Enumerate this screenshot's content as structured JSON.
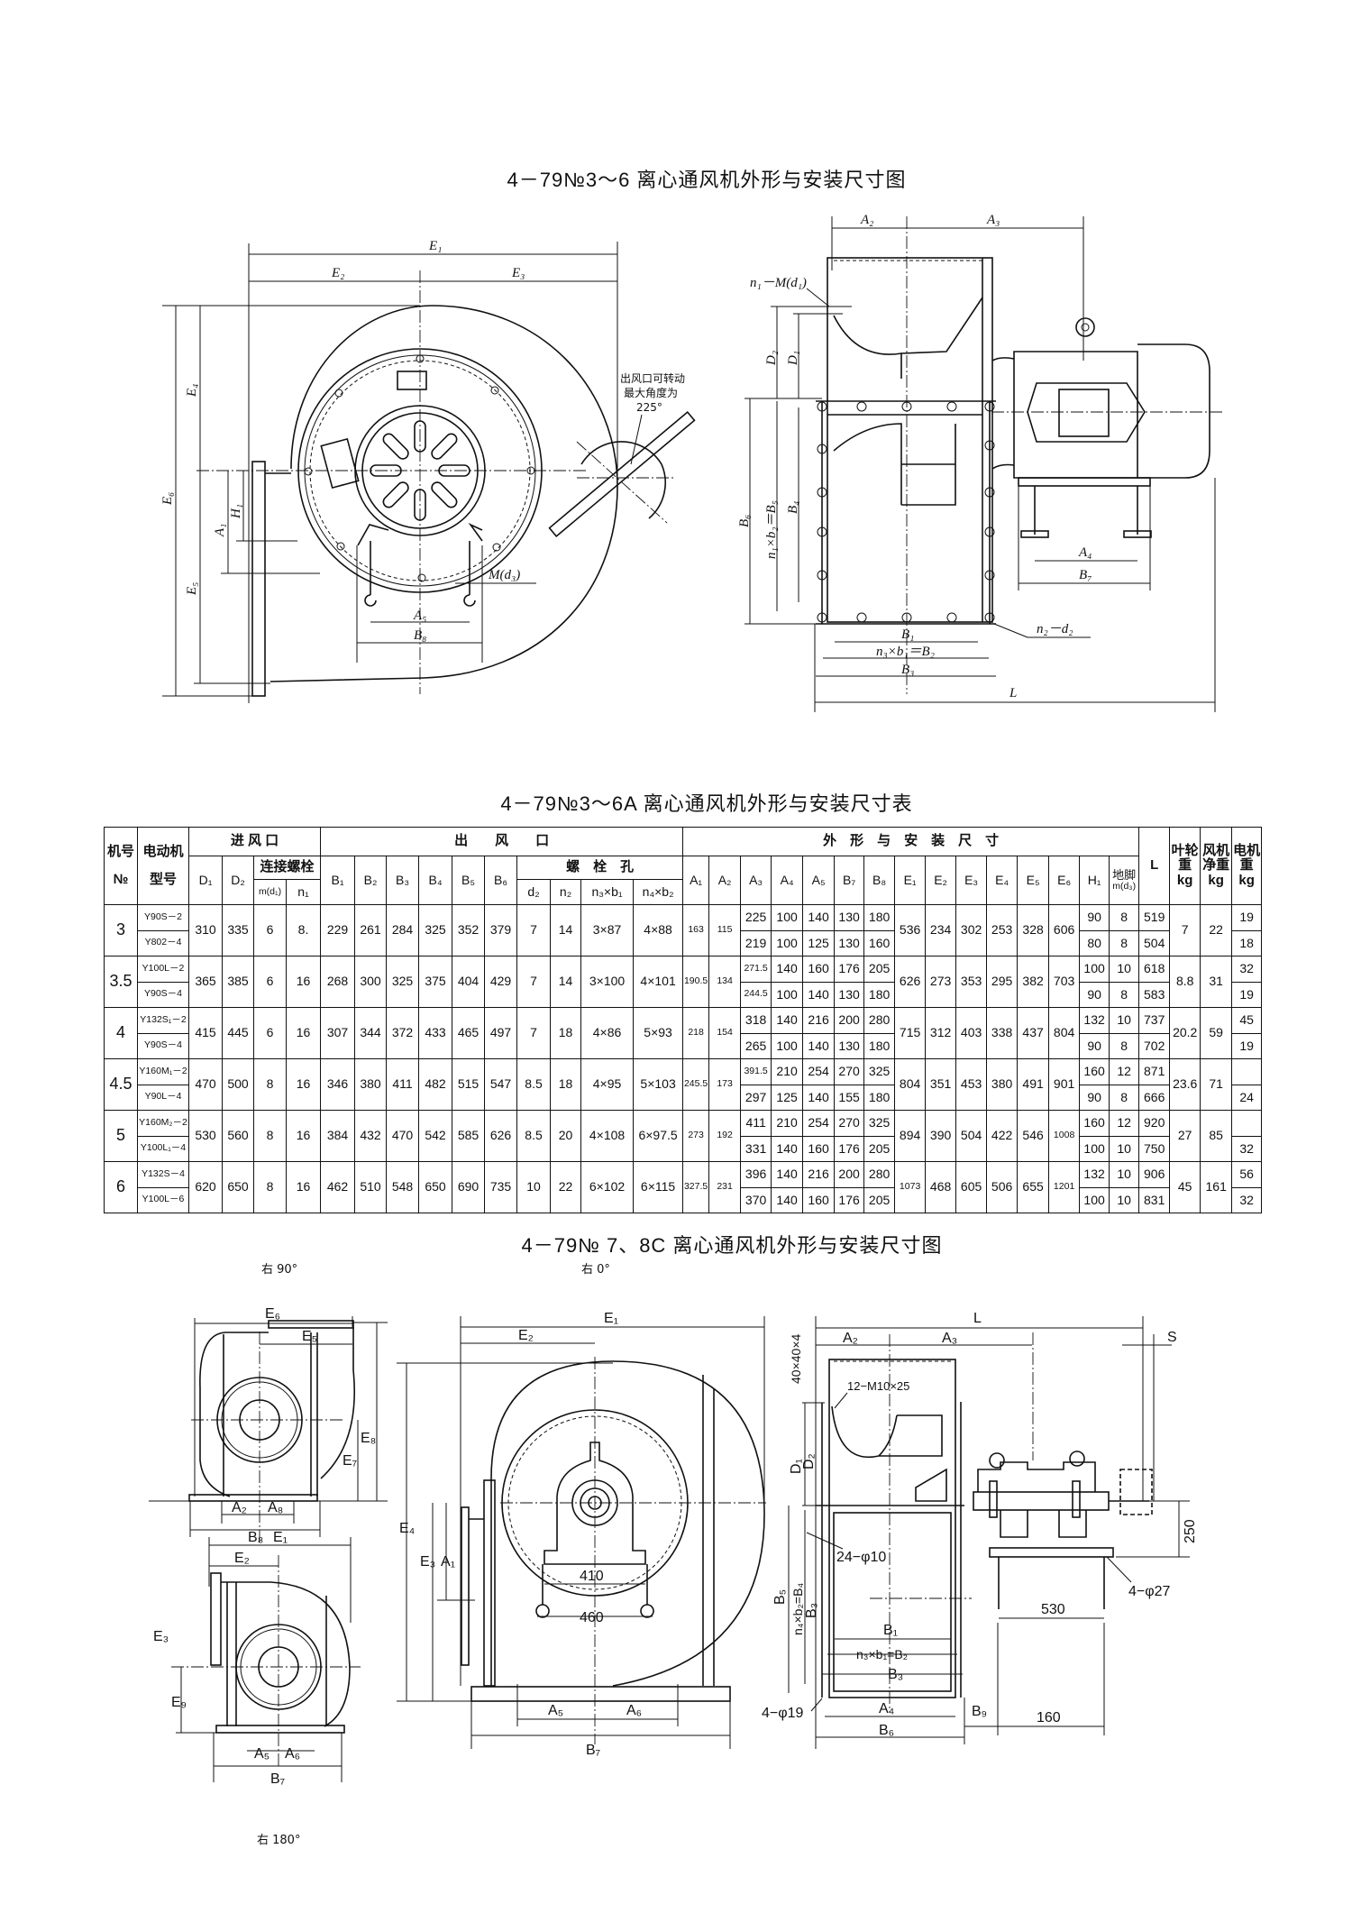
{
  "titles": {
    "drawing_1": "4－79№3～6 离心通风机外形与安装尺寸图",
    "table": "4－79№3～6A 离心通风机外形与安装尺寸表",
    "drawing_2": "4－79№ 7、8C 离心通风机外形与安装尺寸图"
  },
  "drawing_1": {
    "front": {
      "E1": "E₁",
      "E2": "E₂",
      "E3": "E₃",
      "E4": "E₄",
      "E5": "E₅",
      "E6": "E₆",
      "A1": "A₁",
      "H1": "H₁",
      "A5": "A₅",
      "B8": "B₈",
      "M_d3": "M(d₃)",
      "note": [
        "出风口可转动",
        "最大角度为",
        "225°"
      ]
    },
    "side": {
      "A2": "A₂",
      "A3": "A₃",
      "n1_M_d1": "n₁－M(d₁)",
      "D1": "D₁",
      "D2": "D₂",
      "B6": "B₆",
      "n1b2_B5": "n₁×b₂＝B₅",
      "B4": "B₄",
      "A4": "A₄",
      "B7": "B₇",
      "n2_d2": "n₂－d₂",
      "B1": "B₁",
      "n3b1_B2": "n₃×b₁＝B₂",
      "B3": "B₃",
      "L": "L"
    }
  },
  "drawing_2": {
    "views": {
      "right_90": "右 90°",
      "right_0": "右 0°",
      "right_180": "右 180°"
    },
    "v90": {
      "E6": "E₆",
      "E5": "E₅",
      "E8": "E₈",
      "E7": "E₇",
      "A2": "A₂",
      "A8": "A₈",
      "B8": "B₈"
    },
    "v180": {
      "E1": "E₁",
      "E2": "E₂",
      "E3": "E₃",
      "E9": "E₉",
      "A5": "A₅",
      "A6": "A₆",
      "B7": "B₇"
    },
    "v0": {
      "E1": "E₁",
      "E2": "E₂",
      "E4": "E₄",
      "E3": "E₃",
      "A1": "A₁",
      "d410": "410",
      "d460": "460",
      "A5": "A₅",
      "A6": "A₆",
      "B7": "B₇"
    },
    "side": {
      "L": "L",
      "S": "S",
      "A2": "A₂",
      "A3": "A₃",
      "angle": "40×40×4",
      "bolts": "12−M10×25",
      "D1": "D₁",
      "D2": "D₂",
      "holes24": "24−φ10",
      "n4b2_B4": "n₄×b₂=B₄",
      "B5": "B₅",
      "B3": "B₃",
      "holes4_19": "4−φ19",
      "B1": "B₁",
      "n3b1_B2": "n₃×b₁=B₂",
      "B3b": "B₃",
      "A4": "A₄",
      "B6": "B₆",
      "B9": "B₉",
      "d160": "160",
      "d530": "530",
      "d250": "250",
      "holes4_27": "4−φ27"
    }
  },
  "table": {
    "header": {
      "no_1": "机号",
      "no_2": "№",
      "motor_1": "电动机",
      "motor_2": "型号",
      "inlet": "进 风 口",
      "outlet": "出　　风　　口",
      "outline": "外　形　与　安　装　尺　寸",
      "D1": "D₁",
      "D2": "D₂",
      "conn_bolt": "连接螺栓",
      "m_d1": "m(d₁)",
      "n1": "n₁",
      "B1": "B₁",
      "B2": "B₂",
      "B3": "B₃",
      "B4": "B₄",
      "B5": "B₅",
      "B6": "B₆",
      "bolt_hole": "螺　栓　孔",
      "d2": "d₂",
      "n2": "n₂",
      "n3b1": "n₃×b₁",
      "n4b2": "n₄×b₂",
      "A1": "A₁",
      "A2": "A₂",
      "A3": "A₃",
      "A4": "A₄",
      "A5": "A₅",
      "B7": "B₇",
      "B8": "B₈",
      "E1": "E₁",
      "E2": "E₂",
      "E3": "E₃",
      "E4": "E₄",
      "E5": "E₅",
      "E6": "E₆",
      "H1": "H₁",
      "foot_1": "地脚",
      "foot_2": "m(d₃)",
      "L": "L",
      "impeller_1": "叶轮",
      "impeller_2": "重",
      "impeller_3": "kg",
      "fan_1": "风机",
      "fan_2": "净重",
      "fan_3": "kg",
      "motor_w_1": "电机",
      "motor_w_2": "重",
      "motor_w_3": "kg"
    },
    "rows": [
      {
        "no": "3",
        "motors": [
          "Y90S－2",
          "Y802－4"
        ],
        "D1": "310",
        "D2": "335",
        "m_d1": "6",
        "n1": "8.",
        "B": [
          "229",
          "261",
          "284",
          "325",
          "352",
          "379"
        ],
        "d2": "7",
        "n2": "14",
        "n3b1": "3×87",
        "n4b2": "4×88",
        "A1": "163",
        "A2": "115",
        "sub": [
          {
            "A3": "225",
            "A4": "100",
            "A5": "140",
            "B7": "130",
            "B8": "180",
            "H1": "90",
            "foot": "8",
            "L": "519",
            "motor_w": "19"
          },
          {
            "A3": "219",
            "A4": "100",
            "A5": "125",
            "B7": "130",
            "B8": "160",
            "H1": "80",
            "foot": "8",
            "L": "504",
            "motor_w": "18"
          }
        ],
        "E": [
          "536",
          "234",
          "302",
          "253",
          "328",
          "606"
        ],
        "impeller_w": "7",
        "fan_w": "22"
      },
      {
        "no": "3.5",
        "motors": [
          "Y100L－2",
          "Y90S－4"
        ],
        "D1": "365",
        "D2": "385",
        "m_d1": "6",
        "n1": "16",
        "B": [
          "268",
          "300",
          "325",
          "375",
          "404",
          "429"
        ],
        "d2": "7",
        "n2": "14",
        "n3b1": "3×100",
        "n4b2": "4×101",
        "A1": "190.5",
        "A2": "134",
        "sub": [
          {
            "A3": "271.5",
            "A4": "140",
            "A5": "160",
            "B7": "176",
            "B8": "205",
            "H1": "100",
            "foot": "10",
            "L": "618",
            "motor_w": "32"
          },
          {
            "A3": "244.5",
            "A4": "100",
            "A5": "140",
            "B7": "130",
            "B8": "180",
            "H1": "90",
            "foot": "8",
            "L": "583",
            "motor_w": "19"
          }
        ],
        "E": [
          "626",
          "273",
          "353",
          "295",
          "382",
          "703"
        ],
        "impeller_w": "8.8",
        "fan_w": "31"
      },
      {
        "no": "4",
        "motors": [
          "Y132S₁－2",
          "Y90S－4"
        ],
        "D1": "415",
        "D2": "445",
        "m_d1": "6",
        "n1": "16",
        "B": [
          "307",
          "344",
          "372",
          "433",
          "465",
          "497"
        ],
        "d2": "7",
        "n2": "18",
        "n3b1": "4×86",
        "n4b2": "5×93",
        "A1": "218",
        "A2": "154",
        "sub": [
          {
            "A3": "318",
            "A4": "140",
            "A5": "216",
            "B7": "200",
            "B8": "280",
            "H1": "132",
            "foot": "10",
            "L": "737",
            "motor_w": "45"
          },
          {
            "A3": "265",
            "A4": "100",
            "A5": "140",
            "B7": "130",
            "B8": "180",
            "H1": "90",
            "foot": "8",
            "L": "702",
            "motor_w": "19"
          }
        ],
        "E": [
          "715",
          "312",
          "403",
          "338",
          "437",
          "804"
        ],
        "impeller_w": "20.2",
        "fan_w": "59"
      },
      {
        "no": "4.5",
        "motors": [
          "Y160M₁－2",
          "Y90L－4"
        ],
        "D1": "470",
        "D2": "500",
        "m_d1": "8",
        "n1": "16",
        "B": [
          "346",
          "380",
          "411",
          "482",
          "515",
          "547"
        ],
        "d2": "8.5",
        "n2": "18",
        "n3b1": "4×95",
        "n4b2": "5×103",
        "A1": "245.5",
        "A2": "173",
        "sub": [
          {
            "A3": "391.5",
            "A4": "210",
            "A5": "254",
            "B7": "270",
            "B8": "325",
            "H1": "160",
            "foot": "12",
            "L": "871",
            "motor_w": ""
          },
          {
            "A3": "297",
            "A4": "125",
            "A5": "140",
            "B7": "155",
            "B8": "180",
            "H1": "90",
            "foot": "8",
            "L": "666",
            "motor_w": "24"
          }
        ],
        "E": [
          "804",
          "351",
          "453",
          "380",
          "491",
          "901"
        ],
        "impeller_w": "23.6",
        "fan_w": "71"
      },
      {
        "no": "5",
        "motors": [
          "Y160M₂－2",
          "Y100L₁－4"
        ],
        "D1": "530",
        "D2": "560",
        "m_d1": "8",
        "n1": "16",
        "B": [
          "384",
          "432",
          "470",
          "542",
          "585",
          "626"
        ],
        "d2": "8.5",
        "n2": "20",
        "n3b1": "4×108",
        "n4b2": "6×97.5",
        "A1": "273",
        "A2": "192",
        "sub": [
          {
            "A3": "411",
            "A4": "210",
            "A5": "254",
            "B7": "270",
            "B8": "325",
            "H1": "160",
            "foot": "12",
            "L": "920",
            "motor_w": ""
          },
          {
            "A3": "331",
            "A4": "140",
            "A5": "160",
            "B7": "176",
            "B8": "205",
            "H1": "100",
            "foot": "10",
            "L": "750",
            "motor_w": "32"
          }
        ],
        "E": [
          "894",
          "390",
          "504",
          "422",
          "546",
          "1008"
        ],
        "impeller_w": "27",
        "fan_w": "85"
      },
      {
        "no": "6",
        "motors": [
          "Y132S－4",
          "Y100L－6"
        ],
        "D1": "620",
        "D2": "650",
        "m_d1": "8",
        "n1": "16",
        "B": [
          "462",
          "510",
          "548",
          "650",
          "690",
          "735"
        ],
        "d2": "10",
        "n2": "22",
        "n3b1": "6×102",
        "n4b2": "6×115",
        "A1": "327.5",
        "A2": "231",
        "sub": [
          {
            "A3": "396",
            "A4": "140",
            "A5": "216",
            "B7": "200",
            "B8": "280",
            "H1": "132",
            "foot": "10",
            "L": "906",
            "motor_w": "56"
          },
          {
            "A3": "370",
            "A4": "140",
            "A5": "160",
            "B7": "176",
            "B8": "205",
            "H1": "100",
            "foot": "10",
            "L": "831",
            "motor_w": "32"
          }
        ],
        "E": [
          "1073",
          "468",
          "605",
          "506",
          "655",
          "1201"
        ],
        "impeller_w": "45",
        "fan_w": "161"
      }
    ]
  }
}
